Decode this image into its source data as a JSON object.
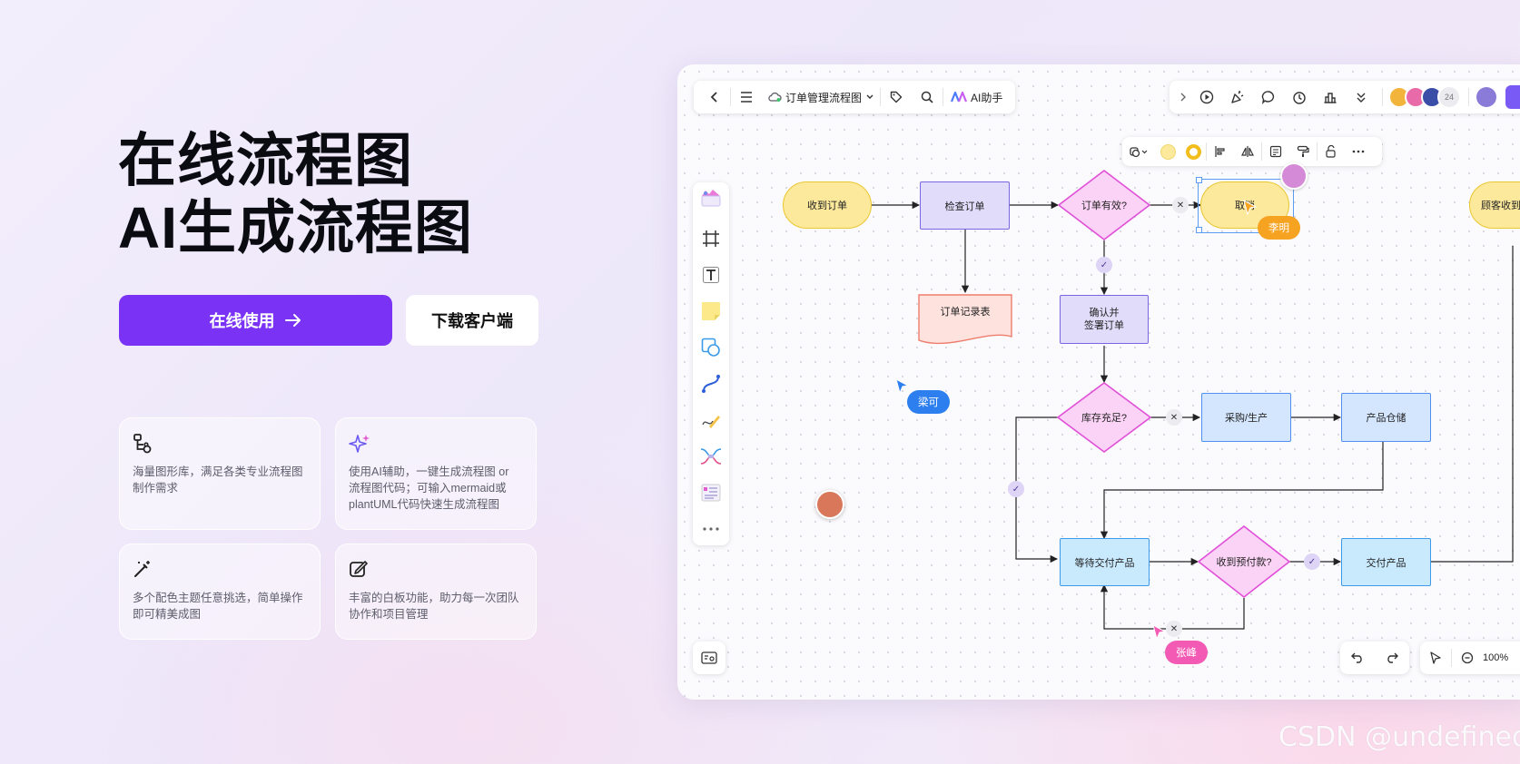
{
  "hero": {
    "title_line1": "在线流程图",
    "title_line2": "AI生成流程图",
    "primary_button": "在线使用",
    "secondary_button": "下载客户端"
  },
  "features": [
    {
      "icon": "flowchart-icon",
      "text": "海量图形库，满足各类专业流程图制作需求"
    },
    {
      "icon": "ai-sparkle-icon",
      "text": "使用AI辅助，一键生成流程图 or 流程图代码；可输入mermaid或plantUML代码快速生成流程图"
    },
    {
      "icon": "magic-wand-icon",
      "text": "多个配色主题任意挑选，简单操作即可精美成图"
    },
    {
      "icon": "edit-board-icon",
      "text": "丰富的白板功能，助力每一次团队协作和项目管理"
    }
  ],
  "toolbar": {
    "doc_title": "订单管理流程图",
    "ai_label": "AI助手",
    "collab_count": "24",
    "zoom": "100%"
  },
  "flow": {
    "receive_order": "收到订单",
    "check_order": "检查订单",
    "order_valid": "订单有效?",
    "cancel": "取消",
    "order_log": "订单记录表",
    "confirm_line1": "确认并",
    "confirm_line2": "签署订单",
    "stock_ok": "库存充足?",
    "purchase": "采购/生产",
    "product_warehouse": "产品仓储",
    "wait_delivery": "等待交付产品",
    "prepay_received": "收到预付款?",
    "deliver": "交付产品",
    "customer_receive": "顾客收到"
  },
  "cursors": {
    "liming": "李明",
    "liangke": "梁可",
    "zhangfeng": "张峰"
  },
  "watermark": "CSDN @undefined",
  "colors": {
    "brand": "#7a33f5",
    "terminal_fill": "#fde99c",
    "process_fill": "#e2dcfb",
    "decision_stroke": "#e04fd8",
    "decision_fill": "#fbd3f6"
  }
}
